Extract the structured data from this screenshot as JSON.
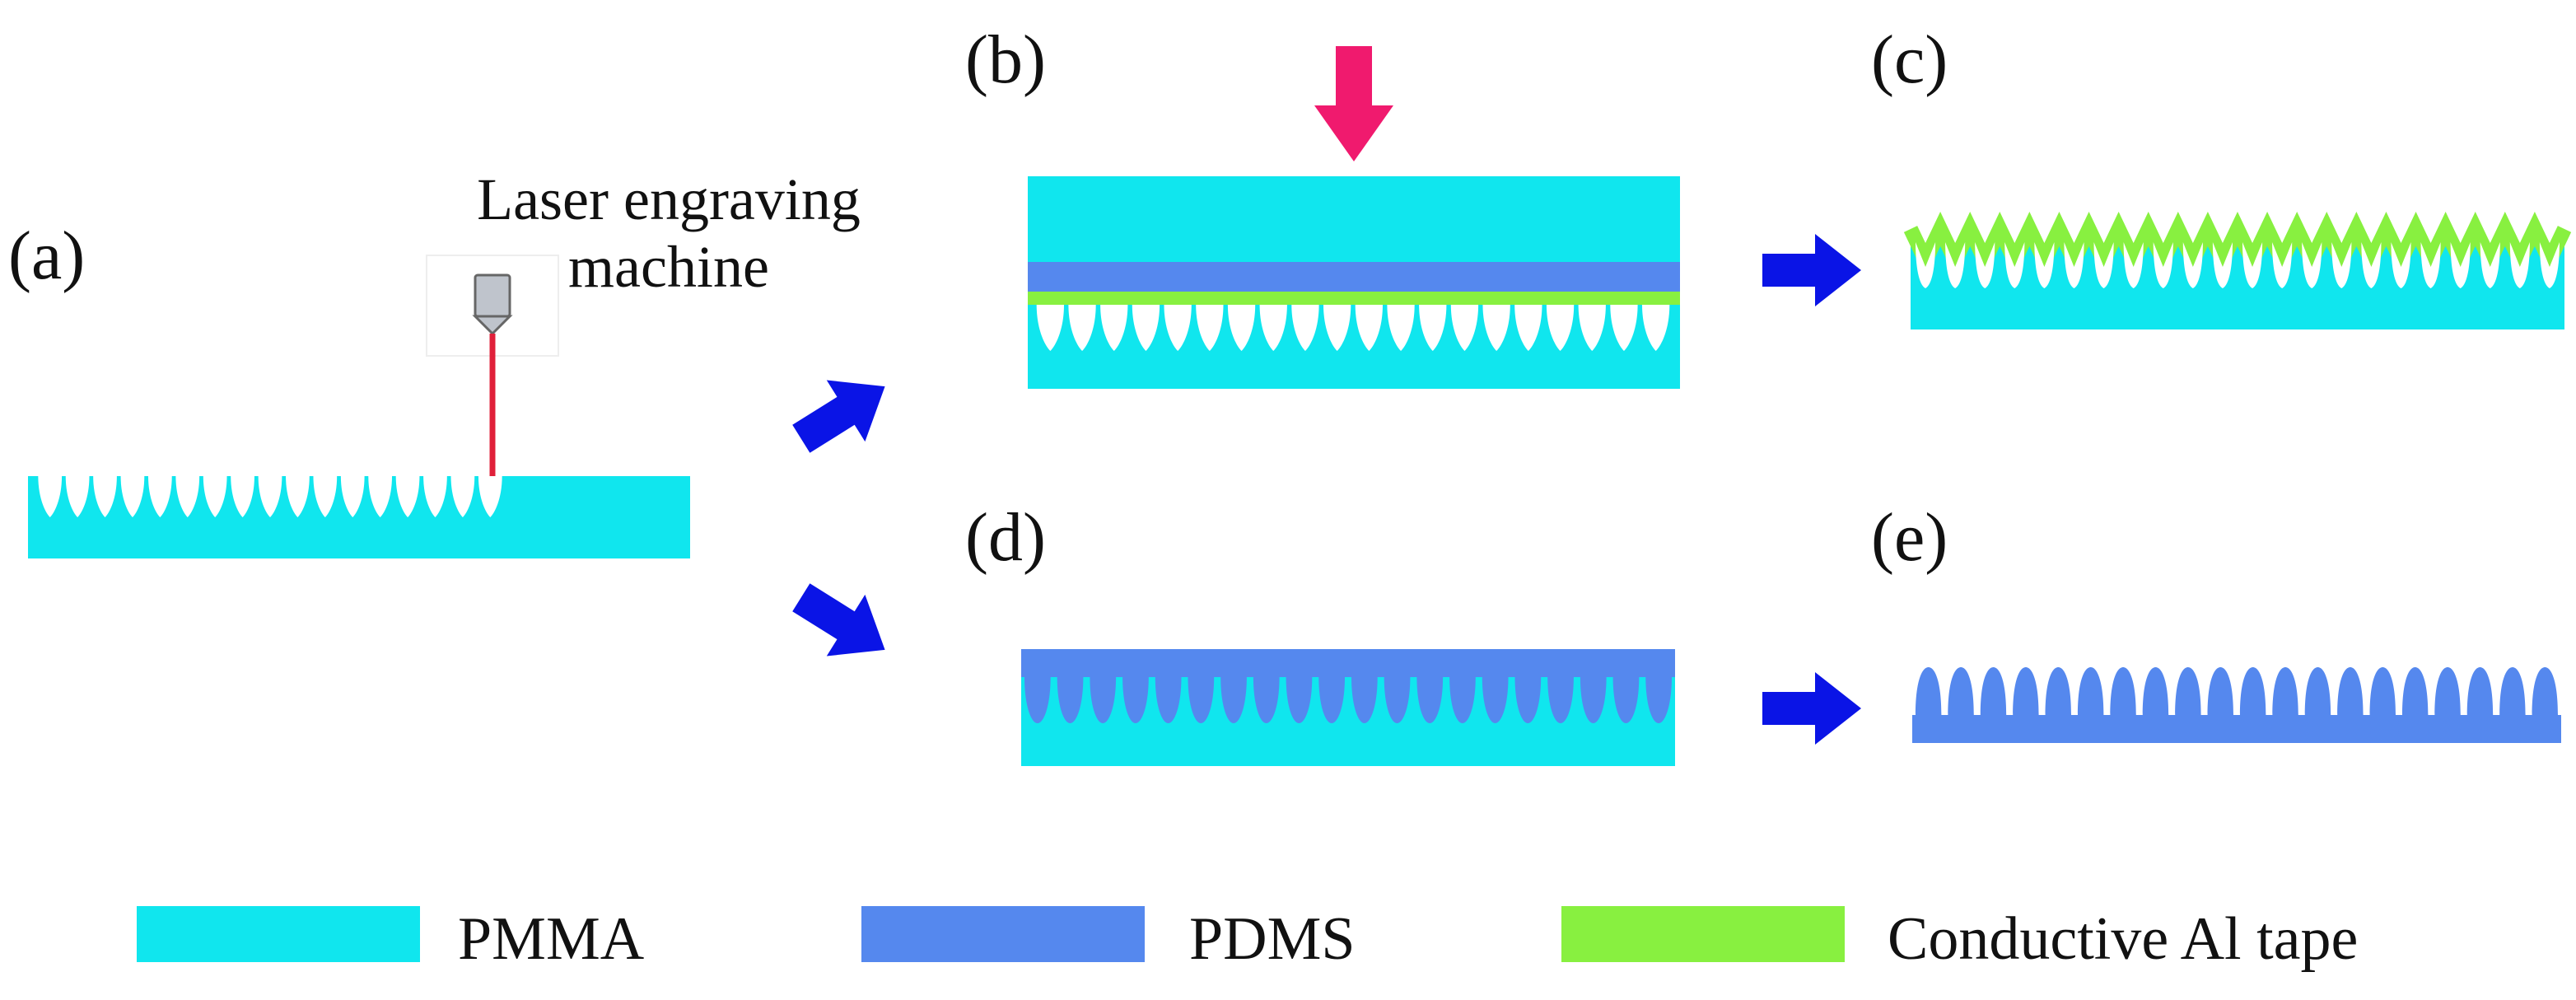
{
  "panels": {
    "a": {
      "label": "(a)"
    },
    "b": {
      "label": "(b)"
    },
    "c": {
      "label": "(c)"
    },
    "d": {
      "label": "(d)"
    },
    "e": {
      "label": "(e)"
    }
  },
  "laser": {
    "caption_line1": "Laser engraving",
    "caption_line2": "machine"
  },
  "legend": [
    {
      "label": "PMMA",
      "color": "#10E6EE"
    },
    {
      "label": "PDMS",
      "color": "#5588EE"
    },
    {
      "label": "Conductive Al tape",
      "color": "#88F040"
    }
  ],
  "colors": {
    "pmma": "#10E6EE",
    "pdms": "#5588EE",
    "al_tape": "#88F040",
    "flow_arrow": "#0A14E6",
    "press_arrow": "#F01A6E",
    "laser_beam": "#E0203A",
    "laser_head": "#BFC4CC"
  }
}
